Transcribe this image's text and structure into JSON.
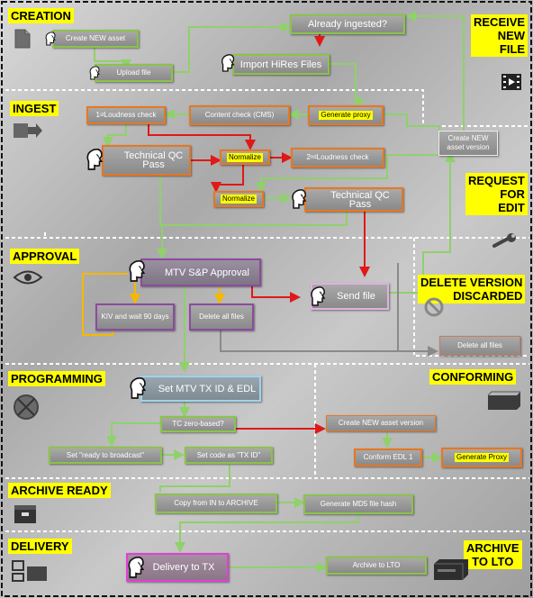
{
  "sections": {
    "creation": "CREATION",
    "receive_new_file": [
      "RECEIVE",
      "NEW",
      "FILE"
    ],
    "ingest": "INGEST",
    "request_for_edit": [
      "REQUEST",
      "FOR",
      "EDIT"
    ],
    "approval": "APPROVAL",
    "delete_version_discarded": [
      "DELETE VERSION",
      "DISCARDED"
    ],
    "programming": "PROGRAMMING",
    "conforming": "CONFORMING",
    "archive_ready": "ARCHIVE READY",
    "delivery": "DELIVERY",
    "archive_to_lto": [
      "ARCHIVE",
      "TO LTO"
    ]
  },
  "boxes": {
    "create_new_asset": "Create NEW asset",
    "upload_file": "Upload file",
    "already_ingested": "Already ingested?",
    "import_hires_files": "Import HiRes Files",
    "loudness_check_1_num": "1",
    "loudness_check_1_sup": "st",
    "loudness_check_1_text": " Loudness check",
    "content_check": "Content check (CMS)",
    "generate_proxy_1": "Generate proxy",
    "create_new_asset_version_right": "Create NEW asset version",
    "technical_qc_pass_1": "Technical QC Pass",
    "normalize_1": "Normalize",
    "loudness_check_2_num": "2",
    "loudness_check_2_sup": "nd",
    "loudness_check_2_text": " Loudness check",
    "normalize_2": "Normalize",
    "technical_qc_pass_2": "Technical QC Pass",
    "mtv_sp_approval": "MTV S&P Approval",
    "send_file": "Send file",
    "kiv_wait": "KIV and wait 90 days",
    "delete_all_files_approval": "Delete all files",
    "delete_all_files_right": "Delete all files",
    "set_mtv_tx_id": "Set MTV TX ID & EDL",
    "tc_zero_based": "TC zero-based?",
    "create_new_asset_version_conf": "Create NEW asset version",
    "set_ready_to_broadcast": "Set \"ready to broadcast\"",
    "set_code_as_tx_id": "Set code as \"TX ID\"",
    "conform_edl_1": "Conform EDL 1",
    "generate_proxy_2": "Generate Proxy",
    "copy_in_to_archive": "Copy from IN to ARCHIVE",
    "generate_md5": "Generate MD5 file hash",
    "delivery_to_tx": "Delivery to TX",
    "archive_to_lto_box": "Archive to LTO"
  },
  "icons": {
    "creation": "document-icon",
    "receive": "film-icon",
    "ingest": "ingest-arrow-icon",
    "request_edit": "wrench-icon",
    "approval": "eye-icon",
    "delete": "no-entry-icon",
    "programming": "cross-circle-icon",
    "conforming": "conform-box-icon",
    "archive_ready": "archive-box-icon",
    "delivery": "delivery-screens-icon",
    "archive_lto": "tape-drive-icon",
    "person": "person-head-icon"
  },
  "colors": {
    "green_flow": "#8fd16a",
    "red_flow": "#e01818",
    "yellow_flow": "#f5b800",
    "gray_flow": "#8a8a8a",
    "section_label_bg": "#ffff00"
  }
}
